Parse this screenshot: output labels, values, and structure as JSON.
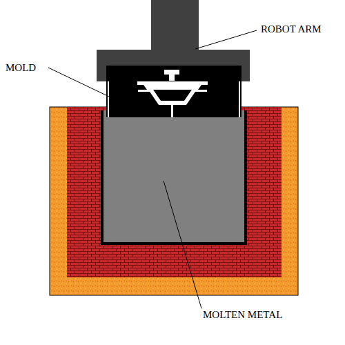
{
  "diagram": {
    "labels": [
      "ROBOT ARM",
      "MOLD",
      "MOLTEN METAL"
    ]
  }
}
